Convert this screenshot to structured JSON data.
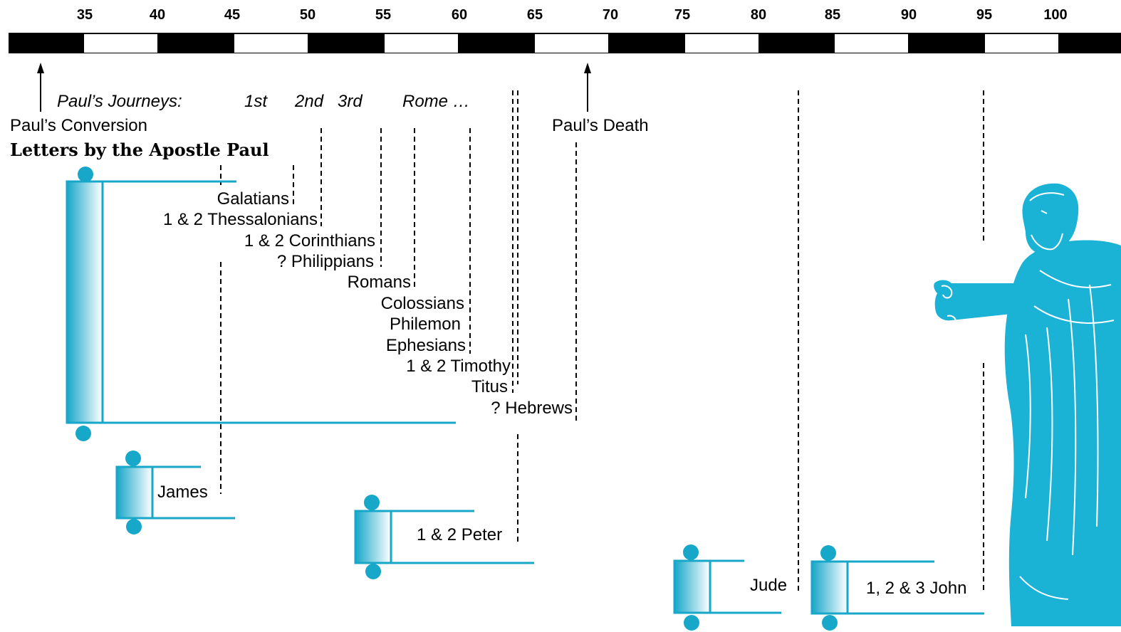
{
  "timeline": {
    "ticks": [
      "35",
      "40",
      "45",
      "50",
      "55",
      "60",
      "65",
      "70",
      "75",
      "80",
      "85",
      "90",
      "95",
      "100"
    ]
  },
  "journeys": {
    "label": "Paul’s Journeys:",
    "first": "1st",
    "second": "2nd",
    "third": "3rd",
    "rome": "Rome …"
  },
  "events": {
    "conversion": "Paul’s Conversion",
    "death": "Paul’s Death"
  },
  "section_title": "Letters by the Apostle Paul",
  "pauline_letters": [
    "Galatians",
    "1 & 2 Thessalonians",
    "1 & 2 Corinthians",
    "? Philippians",
    "Romans",
    "Colossians",
    "Philemon",
    "Ephesians",
    "1 & 2 Timothy",
    "Titus",
    "? Hebrews"
  ],
  "general_letters": {
    "james": "James",
    "peter": "1 & 2 Peter",
    "jude": "Jude",
    "john": "1, 2 & 3 John"
  },
  "colors": {
    "scroll": "#17A7C9",
    "scroll_light": "#E6F6FA",
    "figure": "#1AB3D6",
    "bar_dark": "#000000",
    "bar_light": "#ffffff"
  }
}
